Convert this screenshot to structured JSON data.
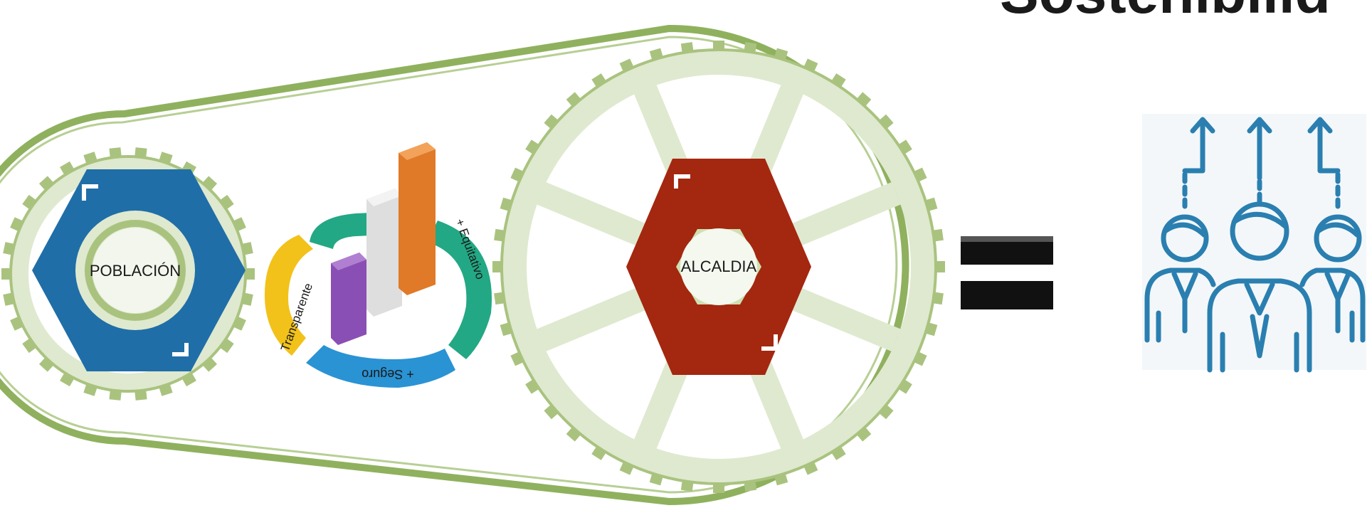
{
  "headline": "Sostenibilid",
  "left_node": {
    "label": "POBLACIÓN",
    "color": "#1f6ea8"
  },
  "right_node": {
    "label": "ALCALDIA",
    "color": "#a4270f"
  },
  "cycle": {
    "left": "Transparente",
    "right": "+ Equitativo",
    "bottom": "+ Seguro"
  },
  "equals_symbol": "=",
  "colors": {
    "belt": "#8fb15e",
    "gear_light": "#dfe9cf",
    "gear_mid": "#a9c37f",
    "bar_orange": "#e07a28",
    "bar_purple": "#8a4fb4",
    "bar_white": "#dedede",
    "ring_yellow": "#f2c21a",
    "ring_teal": "#22a884",
    "ring_blue": "#2a93d4",
    "people": "#2a7fb0",
    "equals": "#111111"
  },
  "icons": [
    "gear-icon",
    "hexagon-nut-icon",
    "bar-chart-icon",
    "people-growth-icon"
  ]
}
